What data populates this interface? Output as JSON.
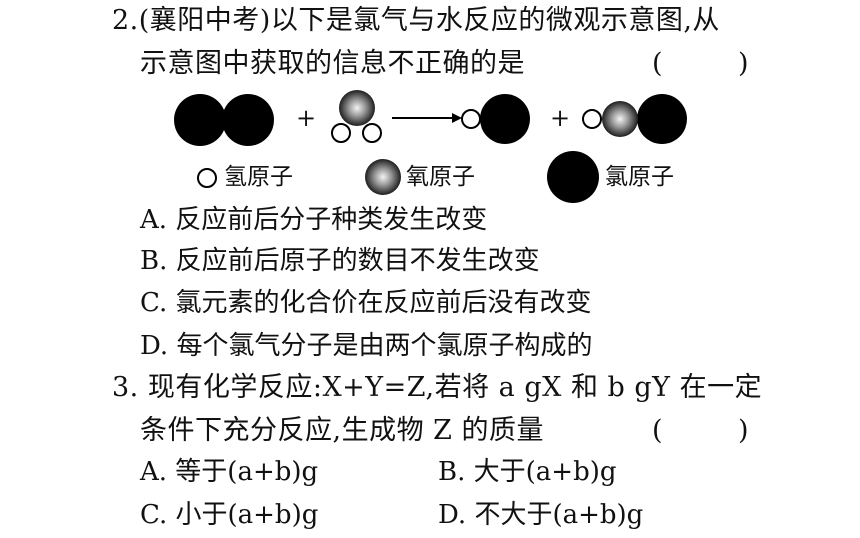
{
  "q2": {
    "line1": "2.(襄阳中考)以下是氯气与水反应的微观示意图,从",
    "line2": "示意图中获取的信息不正确的是",
    "paren_open": "(",
    "paren_close": ")",
    "plus": "+",
    "legend": {
      "hydrogen": "氢原子",
      "oxygen": "氧原子",
      "chlorine": "氯原子"
    },
    "options": [
      "A. 反应前后分子种类发生改变",
      "B. 反应前后原子的数目不发生改变",
      "C. 氯元素的化合价在反应前后没有改变",
      "D. 每个氯气分子是由两个氯原子构成的"
    ]
  },
  "q3": {
    "line1": "3. 现有化学反应:X+Y=Z,若将 a gX 和 b gY 在一定",
    "line2": "条件下充分反应,生成物 Z 的质量",
    "paren_open": "(",
    "paren_close": ")",
    "options": [
      "A. 等于(a+b)g",
      "B. 大于(a+b)g",
      "C. 小于(a+b)g",
      "D. 不大于(a+b)g"
    ]
  }
}
